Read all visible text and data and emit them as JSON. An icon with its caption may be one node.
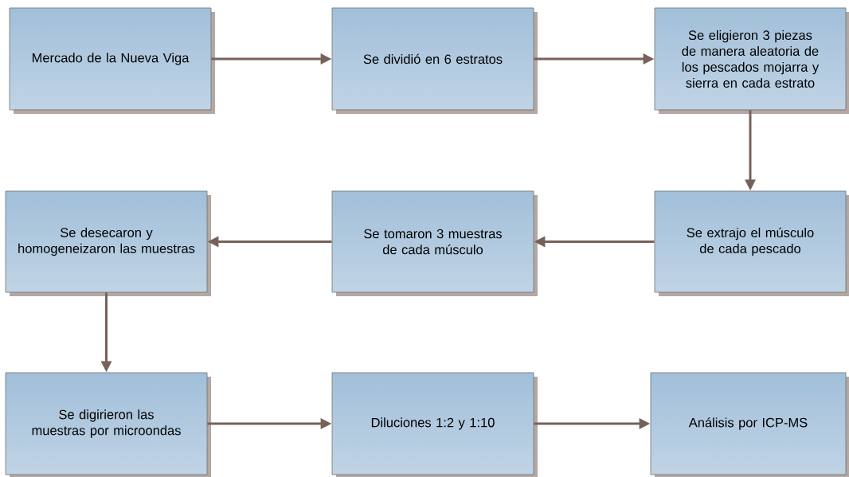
{
  "diagram": {
    "nodes": [
      {
        "text": [
          "Mercado de la Nueva Viga"
        ]
      },
      {
        "text": [
          "Se dividió en 6 estratos"
        ]
      },
      {
        "text": [
          "Se eligieron 3 piezas de manera aleatoria de los pescados mojarra y sierra en cada estrato"
        ]
      },
      {
        "text": [
          "Se extrajo el músculo de cada pescado"
        ]
      },
      {
        "text": [
          "Se tomaron 3 muestras de cada músculo"
        ]
      },
      {
        "text": [
          "Se desecaron y homogeneizaron las muestras"
        ]
      },
      {
        "text": [
          "Se digirieron las muestras por microondas"
        ]
      },
      {
        "text": [
          "Diluciones 1:2 y 1:10"
        ]
      },
      {
        "text": [
          "Análisis por ICP-MS"
        ]
      }
    ],
    "edges": [
      {
        "from": 0,
        "to": 1,
        "arrow": "to"
      },
      {
        "from": 1,
        "to": 2,
        "arrow": "to"
      },
      {
        "from": 2,
        "to": 3,
        "arrow": "to"
      },
      {
        "from": 3,
        "to": 4,
        "arrow": "to"
      },
      {
        "from": 4,
        "to": 5,
        "arrow": "to"
      },
      {
        "from": 5,
        "to": 6,
        "arrow": "to"
      },
      {
        "from": 6,
        "to": 7,
        "arrow": "to"
      },
      {
        "from": 7,
        "to": 8,
        "arrow": "to"
      }
    ]
  }
}
